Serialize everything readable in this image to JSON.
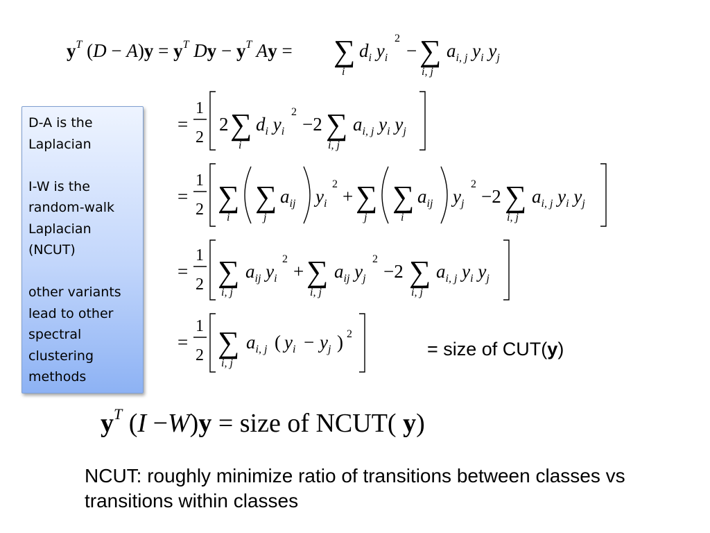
{
  "sidebar": {
    "paragraphs": [
      "D-A is the Laplacian",
      "I-W is the random-walk Laplacian (NCUT)",
      "other variants lead to other spectral clustering methods"
    ]
  },
  "cut_note": {
    "prefix": "= size of CUT(",
    "bold": "y",
    "suffix": ")"
  },
  "caption": "NCUT: roughly minimize ratio of transitions between classes vs transitions within classes",
  "equations": {
    "line1": "yT (D - A)y = yT Dy - yT Ay = Σi di yi² - Σi,j ai,j yi yj",
    "line2": "= 1/2 [ 2 Σi di yi² - 2 Σi,j ai,j yi yj ]",
    "line3": "= 1/2 [ Σi ( Σj aij ) yi² + Σj ( Σi aij ) yj² - 2 Σi,j ai,j yi yj ]",
    "line4": "= 1/2 [ Σi,j aij yi² + Σi,j aij yj² - 2 Σi,j ai,j yi yj ]",
    "line5": "= 1/2 [ Σi,j ai,j (yi - yj)² ]",
    "ncut": "yT (I - W)y = size of NCUT( y)"
  }
}
